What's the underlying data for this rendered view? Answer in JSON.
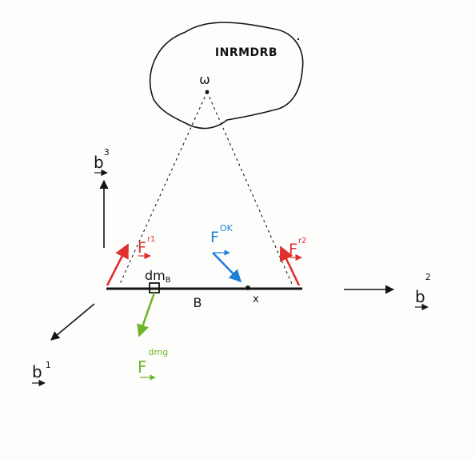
{
  "colors": {
    "background": "#fdfdfb",
    "ink": "#141414",
    "red": "#e0302e",
    "blue": "#1e7fd6",
    "green": "#6fb52c"
  },
  "cloud": {
    "label": "INRMDRB"
  },
  "points": {
    "omega": "ω",
    "x": "x"
  },
  "body_label": "B",
  "dm_label": "dm",
  "dm_sub": "B",
  "axes": {
    "b1": {
      "letter": "b",
      "superscript": "1"
    },
    "b2": {
      "letter": "b",
      "superscript": "2"
    },
    "b3": {
      "letter": "b",
      "superscript": "3"
    }
  },
  "forces": {
    "left_red": {
      "letter": "F",
      "superscript": "r1"
    },
    "right_red": {
      "letter": "F",
      "superscript": "r2"
    },
    "blue": {
      "letter": "F",
      "superscript": "OK"
    },
    "green": {
      "letter": "F",
      "superscript": "dmg"
    }
  },
  "icons": [
    "dot-marker",
    "arrow-head",
    "square-marker"
  ]
}
